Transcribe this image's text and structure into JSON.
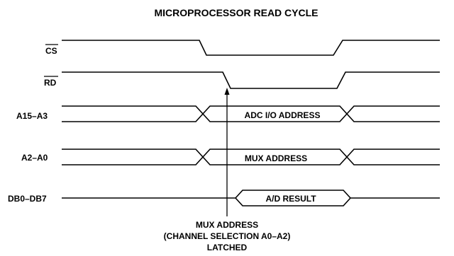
{
  "title": "MICROPROCESSOR READ CYCLE",
  "signals": {
    "cs": "CS",
    "rd": "RD",
    "a15_a3": "A15–A3",
    "a2_a0": "A2–A0",
    "db0_db7": "DB0–DB7"
  },
  "bus_labels": {
    "adc_io_address": "ADC I/O ADDRESS",
    "mux_address": "MUX ADDRESS",
    "ad_result": "A/D RESULT"
  },
  "annotation": {
    "line1": "MUX ADDRESS",
    "line2": "(CHANNEL SELECTION A0–A2)",
    "line3": "LATCHED"
  }
}
